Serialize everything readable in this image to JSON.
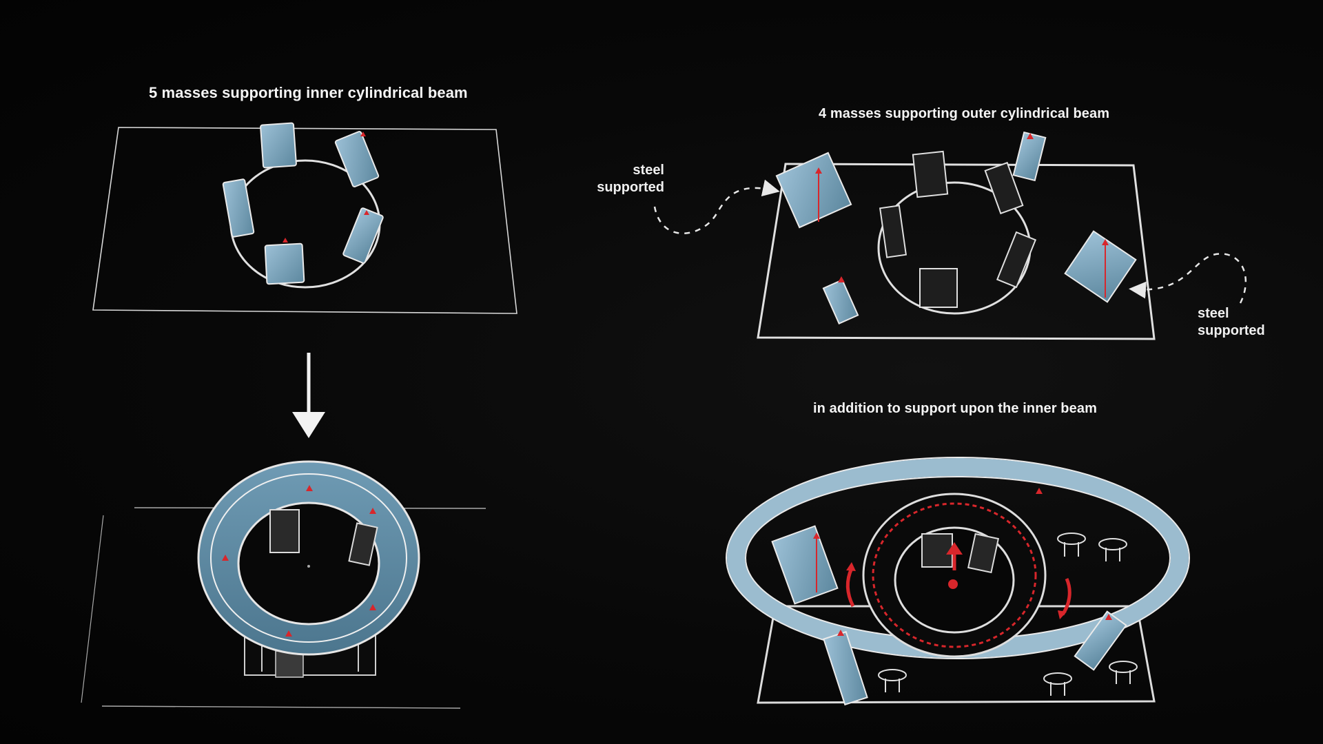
{
  "captions": {
    "top_left": "5 masses supporting inner cylindrical beam",
    "top_right": "4 masses supporting outer cylindrical beam",
    "bottom_right": "in addition to support upon the inner beam"
  },
  "annotations": {
    "steel_left_line1": "steel",
    "steel_left_line2": "supported",
    "steel_right_line1": "steel",
    "steel_right_line2": "supported"
  },
  "colors": {
    "background": "#050505",
    "chalk_line": "#e8e8e8",
    "mass_blue": "#7fa6bd",
    "beam_blue": "#5f8aa3",
    "accent_red": "#d8262b"
  }
}
